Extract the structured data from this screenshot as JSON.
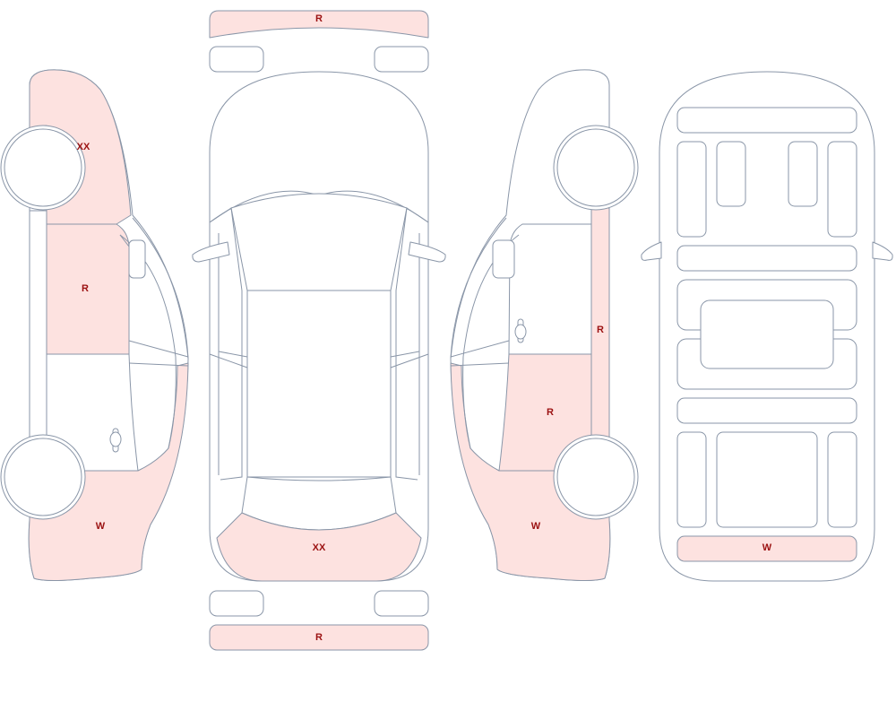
{
  "colors": {
    "damaged_fill": "#fde2e0",
    "outline": "#8a96a8",
    "label": "#9b1111"
  },
  "marks": {
    "front_bumper": "R",
    "rear_bumper": "R",
    "left_front_fender": "XX",
    "left_front_door": "R",
    "left_rear_quarter": "W",
    "hood": "XX",
    "right_rocker": "R",
    "right_rear_door": "R",
    "right_rear_quarter": "W",
    "underbody_rear": "W"
  }
}
